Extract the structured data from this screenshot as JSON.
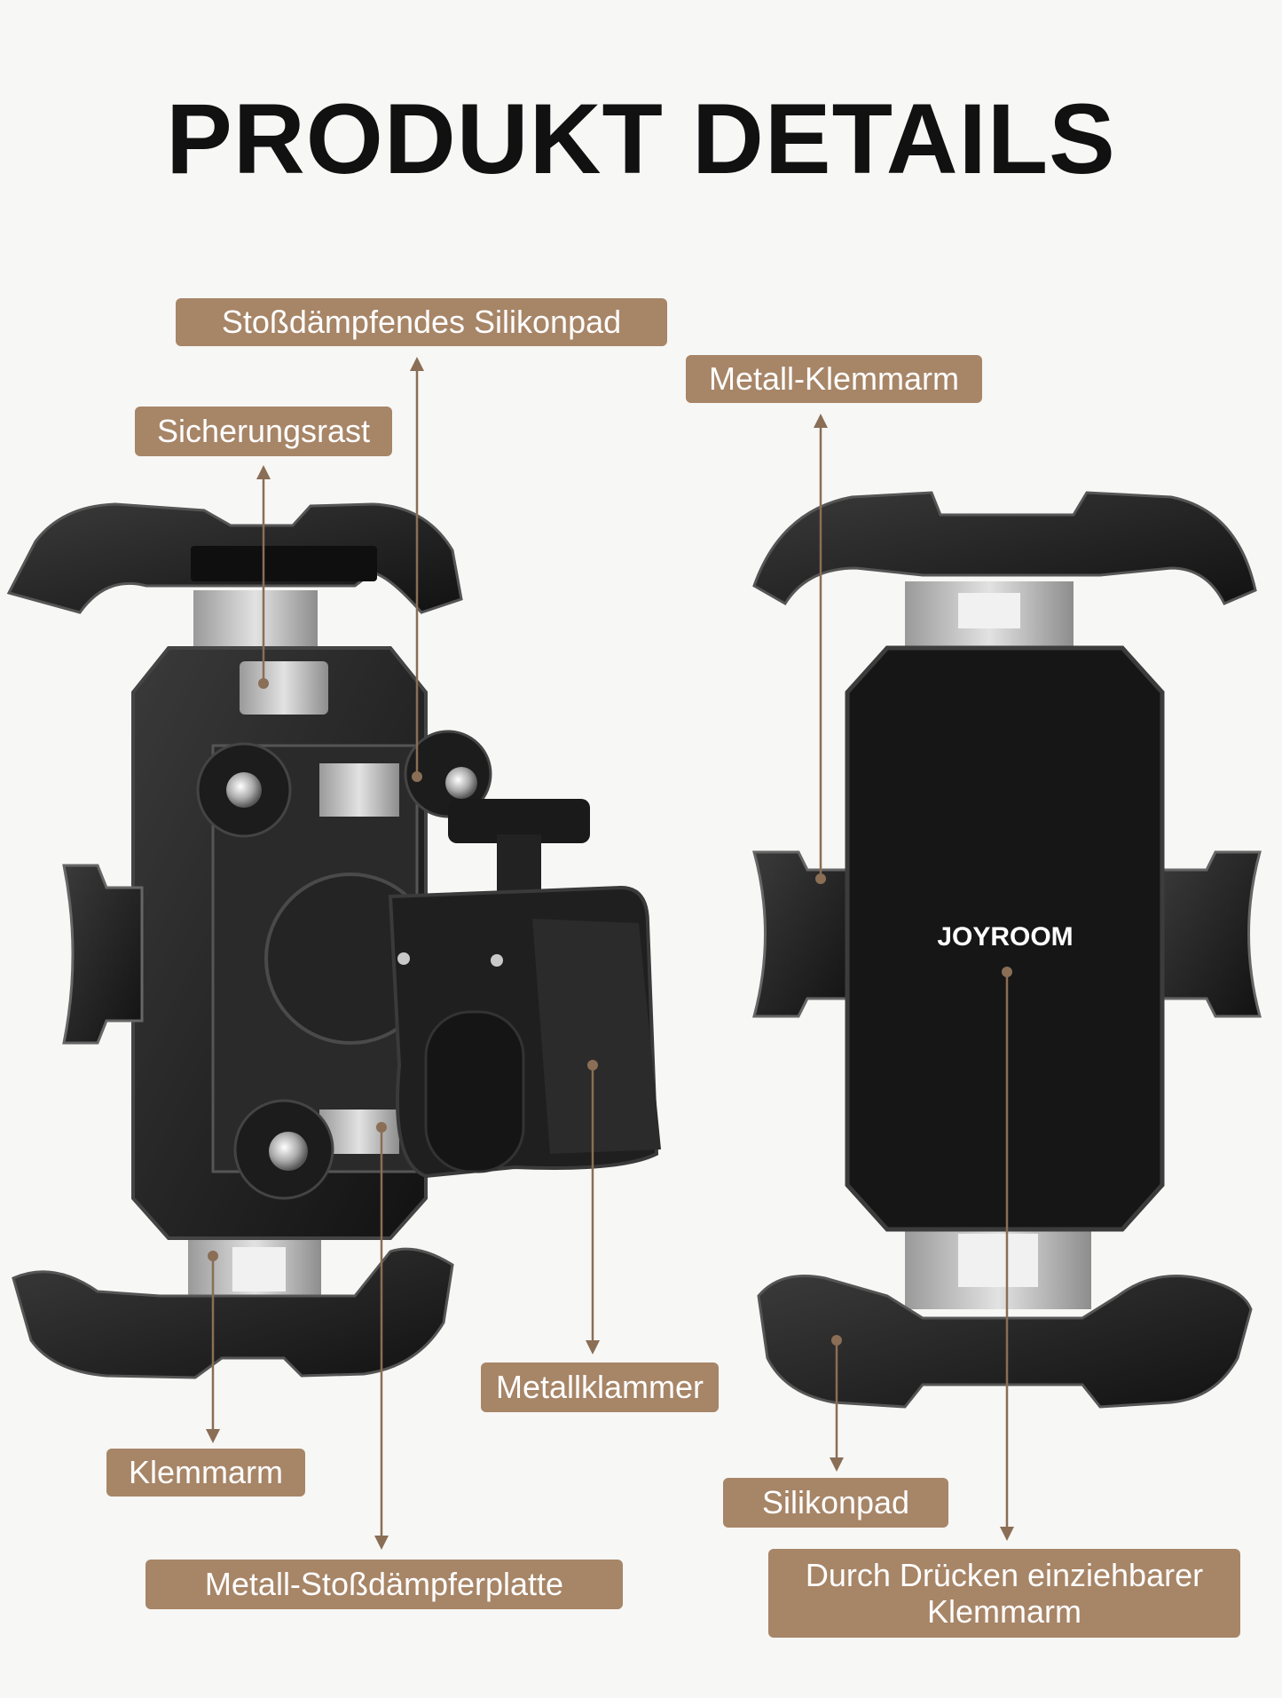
{
  "heading": "PRODUKT DETAILS",
  "brand_logo": "JOYROOM",
  "labels": {
    "shock_pad": "Stoßdämpfendes Silikonpad",
    "lock": "Sicherungsrast",
    "metal_arm": "Metall-Klemmarm",
    "metal_clamp": "Metallklammer",
    "arm": "Klemmarm",
    "metal_plate": "Metall-Stoßdämpferplatte",
    "silicone_pad": "Silikonpad",
    "retract_line1": "Durch Drücken einziehbarer",
    "retract_line2": "Klemmarm"
  },
  "colors": {
    "label_bg": "#a78567",
    "label_text": "#ffffff",
    "line": "#8a6e55",
    "background": "#f7f7f5"
  }
}
